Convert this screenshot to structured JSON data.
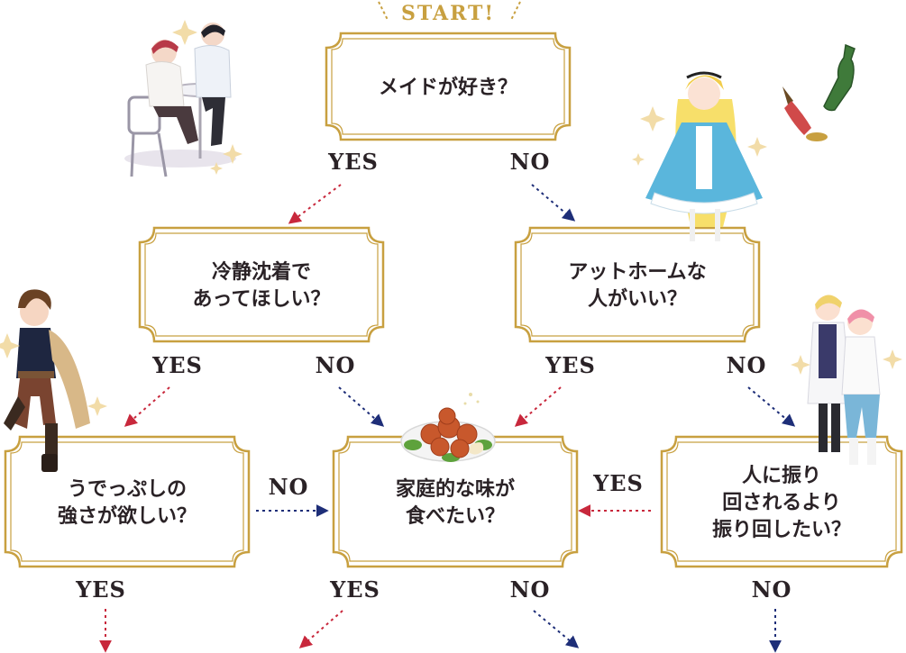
{
  "start_label": "START!",
  "questions": {
    "q1": [
      "メイドが好き？"
    ],
    "q2": [
      "冷静沈着で",
      "あってほしい？"
    ],
    "q3": [
      "アットホームな",
      "人がいい？"
    ],
    "q4": [
      "うでっぷしの",
      "強さが欲しい？"
    ],
    "q5": [
      "家庭的な味が",
      "食べたい？"
    ],
    "q6": [
      "人に振り",
      "回されるより",
      "振り回したい？"
    ]
  },
  "labels": {
    "yes": "YES",
    "no": "NO"
  },
  "illustrations": {
    "cafe_couple": "two-men-at-cafe-table",
    "maid": "blonde-maid-in-blue-dress",
    "bottles": "green-bottle-and-lamp",
    "swordsman": "brown-haired-adventurer",
    "food": "plate-of-fried-chicken",
    "pair": "blonde-and-pink-haired-men"
  },
  "colors": {
    "gold": "#c8a040",
    "yes_arrow": "#c8283c",
    "no_arrow": "#1e2e78",
    "text": "#2a2226"
  }
}
